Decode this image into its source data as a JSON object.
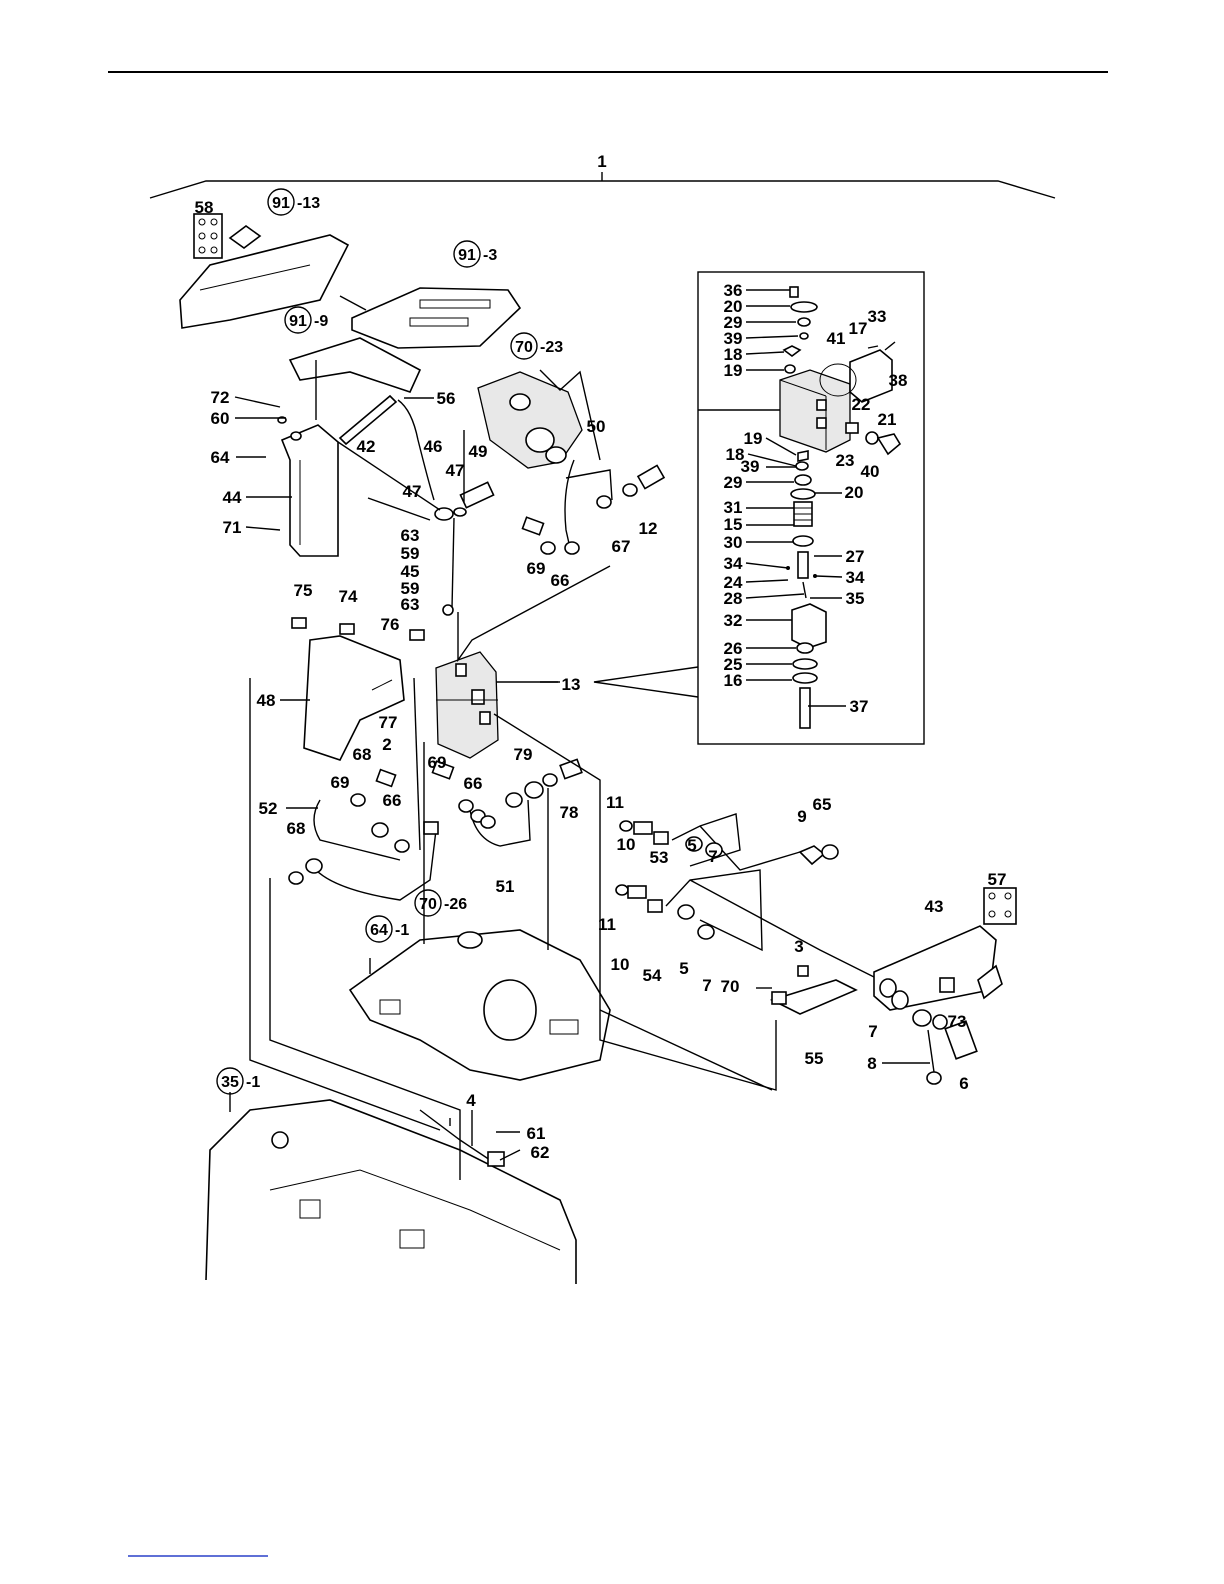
{
  "assembly_label": "1",
  "labels": [
    {
      "id": "58",
      "text": "58"
    },
    {
      "id": "72",
      "text": "72"
    },
    {
      "id": "60",
      "text": "60"
    },
    {
      "id": "64",
      "text": "64"
    },
    {
      "id": "44",
      "text": "44"
    },
    {
      "id": "71",
      "text": "71"
    },
    {
      "id": "56",
      "text": "56"
    },
    {
      "id": "42",
      "text": "42"
    },
    {
      "id": "46",
      "text": "46"
    },
    {
      "id": "47a",
      "text": "47"
    },
    {
      "id": "47b",
      "text": "47"
    },
    {
      "id": "49",
      "text": "49"
    },
    {
      "id": "63a",
      "text": "63"
    },
    {
      "id": "59a",
      "text": "59"
    },
    {
      "id": "45",
      "text": "45"
    },
    {
      "id": "59b",
      "text": "59"
    },
    {
      "id": "63b",
      "text": "63"
    },
    {
      "id": "50",
      "text": "50"
    },
    {
      "id": "12",
      "text": "12"
    },
    {
      "id": "67",
      "text": "67"
    },
    {
      "id": "69a",
      "text": "69"
    },
    {
      "id": "66a",
      "text": "66"
    },
    {
      "id": "75",
      "text": "75"
    },
    {
      "id": "74",
      "text": "74"
    },
    {
      "id": "76",
      "text": "76"
    },
    {
      "id": "48",
      "text": "48"
    },
    {
      "id": "77",
      "text": "77"
    },
    {
      "id": "68a",
      "text": "68"
    },
    {
      "id": "2",
      "text": "2"
    },
    {
      "id": "69b",
      "text": "69"
    },
    {
      "id": "66b",
      "text": "66"
    },
    {
      "id": "52",
      "text": "52"
    },
    {
      "id": "68b",
      "text": "68"
    },
    {
      "id": "69c",
      "text": "69"
    },
    {
      "id": "66c",
      "text": "66"
    },
    {
      "id": "79",
      "text": "79"
    },
    {
      "id": "78",
      "text": "78"
    },
    {
      "id": "51",
      "text": "51"
    },
    {
      "id": "11a",
      "text": "11"
    },
    {
      "id": "10a",
      "text": "10"
    },
    {
      "id": "53",
      "text": "53"
    },
    {
      "id": "5a",
      "text": "5"
    },
    {
      "id": "7a",
      "text": "7"
    },
    {
      "id": "9",
      "text": "9"
    },
    {
      "id": "65",
      "text": "65"
    },
    {
      "id": "13",
      "text": "13"
    },
    {
      "id": "11b",
      "text": "11"
    },
    {
      "id": "10b",
      "text": "10"
    },
    {
      "id": "54",
      "text": "54"
    },
    {
      "id": "5b",
      "text": "5"
    },
    {
      "id": "7b",
      "text": "7"
    },
    {
      "id": "70",
      "text": "70"
    },
    {
      "id": "3",
      "text": "3"
    },
    {
      "id": "55",
      "text": "55"
    },
    {
      "id": "57",
      "text": "57"
    },
    {
      "id": "43",
      "text": "43"
    },
    {
      "id": "73",
      "text": "73"
    },
    {
      "id": "7c",
      "text": "7"
    },
    {
      "id": "8",
      "text": "8"
    },
    {
      "id": "6",
      "text": "6"
    },
    {
      "id": "4",
      "text": "4"
    },
    {
      "id": "61",
      "text": "61"
    },
    {
      "id": "62",
      "text": "62"
    },
    {
      "id": "d36",
      "text": "36"
    },
    {
      "id": "d20a",
      "text": "20"
    },
    {
      "id": "d29a",
      "text": "29"
    },
    {
      "id": "d39a",
      "text": "39"
    },
    {
      "id": "d18a",
      "text": "18"
    },
    {
      "id": "d19a",
      "text": "19"
    },
    {
      "id": "d41",
      "text": "41"
    },
    {
      "id": "d17",
      "text": "17"
    },
    {
      "id": "d33",
      "text": "33"
    },
    {
      "id": "d38",
      "text": "38"
    },
    {
      "id": "d22",
      "text": "22"
    },
    {
      "id": "d21",
      "text": "21"
    },
    {
      "id": "d23",
      "text": "23"
    },
    {
      "id": "d40",
      "text": "40"
    },
    {
      "id": "d19b",
      "text": "19"
    },
    {
      "id": "d18b",
      "text": "18"
    },
    {
      "id": "d39b",
      "text": "39"
    },
    {
      "id": "d29b",
      "text": "29"
    },
    {
      "id": "d20b",
      "text": "20"
    },
    {
      "id": "d31",
      "text": "31"
    },
    {
      "id": "d15",
      "text": "15"
    },
    {
      "id": "d30",
      "text": "30"
    },
    {
      "id": "d27",
      "text": "27"
    },
    {
      "id": "d34a",
      "text": "34"
    },
    {
      "id": "d34b",
      "text": "34"
    },
    {
      "id": "d24",
      "text": "24"
    },
    {
      "id": "d28",
      "text": "28"
    },
    {
      "id": "d35",
      "text": "35"
    },
    {
      "id": "d32",
      "text": "32"
    },
    {
      "id": "d26",
      "text": "26"
    },
    {
      "id": "d25",
      "text": "25"
    },
    {
      "id": "d16",
      "text": "16"
    },
    {
      "id": "d37",
      "text": "37"
    }
  ],
  "references": [
    {
      "id": "r91_13",
      "num": "91",
      "suffix": "-13"
    },
    {
      "id": "r91_3",
      "num": "91",
      "suffix": "-3"
    },
    {
      "id": "r91_9",
      "num": "91",
      "suffix": "-9"
    },
    {
      "id": "r70_23",
      "num": "70",
      "suffix": "-23"
    },
    {
      "id": "r70_26",
      "num": "70",
      "suffix": "-26"
    },
    {
      "id": "r64_1",
      "num": "64",
      "suffix": "-1"
    },
    {
      "id": "r35_1",
      "num": "35",
      "suffix": "-1"
    }
  ]
}
